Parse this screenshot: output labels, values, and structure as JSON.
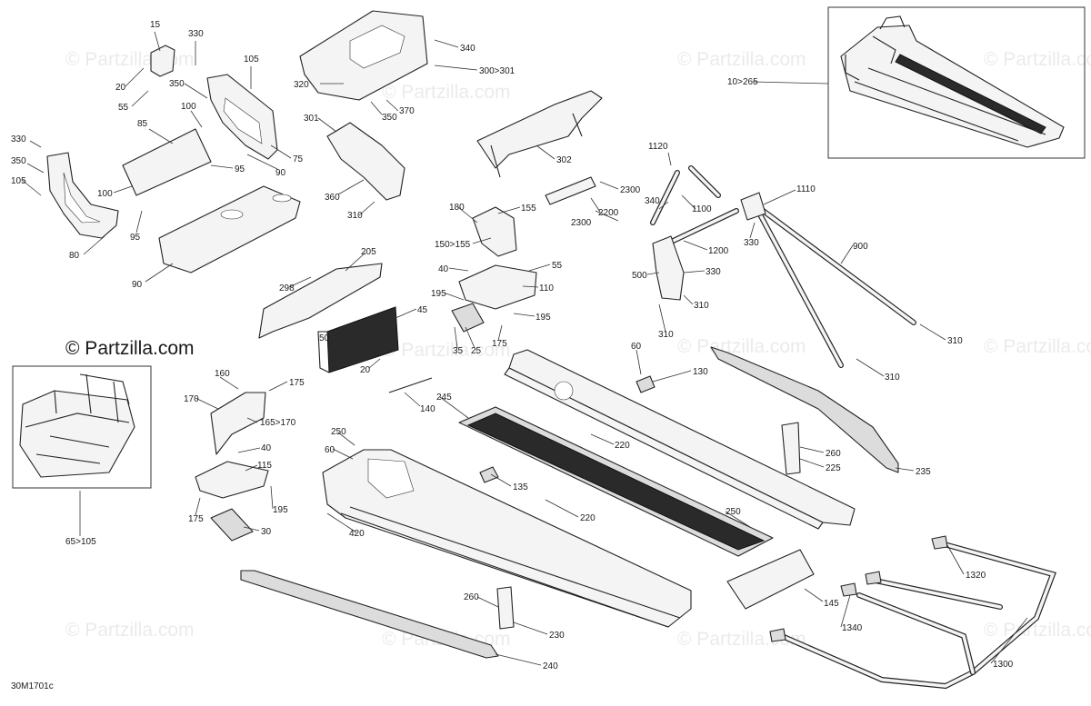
{
  "diagram": {
    "watermark": "© Partzilla.com",
    "brand_watermark": "© Partzilla.com",
    "figure_code": "30M1701c",
    "callouts": [
      "15",
      "330",
      "105",
      "20",
      "55",
      "350",
      "100",
      "85",
      "330",
      "350",
      "105",
      "95",
      "100",
      "95",
      "90",
      "75",
      "90",
      "80",
      "340",
      "300>301",
      "320",
      "350",
      "370",
      "301",
      "360",
      "310",
      "302",
      "1120",
      "10>265",
      "1110",
      "340",
      "1100",
      "2300",
      "2200",
      "2300",
      "180",
      "155",
      "150>155",
      "1200",
      "330",
      "900",
      "205",
      "298",
      "40",
      "55",
      "500",
      "330",
      "110",
      "195",
      "195",
      "45",
      "50",
      "25",
      "35",
      "175",
      "310",
      "310",
      "310",
      "310",
      "60",
      "130",
      "20",
      "160",
      "175",
      "170",
      "140",
      "245",
      "165>170",
      "250",
      "60",
      "220",
      "40",
      "260",
      "115",
      "135",
      "225",
      "235",
      "220",
      "250",
      "195",
      "175",
      "30",
      "420",
      "1320",
      "145",
      "260",
      "1340",
      "230",
      "1300",
      "240",
      "65>105"
    ]
  }
}
